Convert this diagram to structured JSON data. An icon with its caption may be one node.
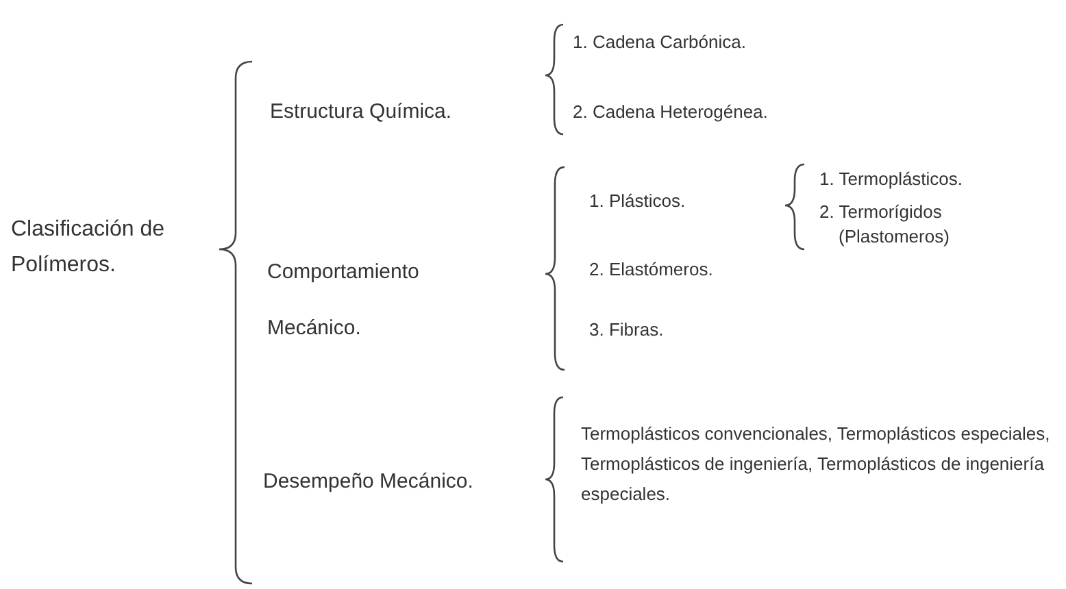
{
  "diagram": {
    "labels": [
      "Clasificación de Polímeros.",
      "Estructura Química.",
      "1. Cadena Carbónica.",
      "2. Cadena Heterogénea.",
      "Comportamiento Mecánico.",
      "1. Plásticos.",
      "1. Termoplásticos.",
      "2. Termorígidos (Plastomeros)",
      "2. Elastómeros.",
      "3. Fibras.",
      "Desempeño Mecánico.",
      "Termoplásticos convencionales, Termoplásticos especiales, Termoplásticos de ingeniería, Termoplásticos de ingeniería especiales."
    ]
  }
}
